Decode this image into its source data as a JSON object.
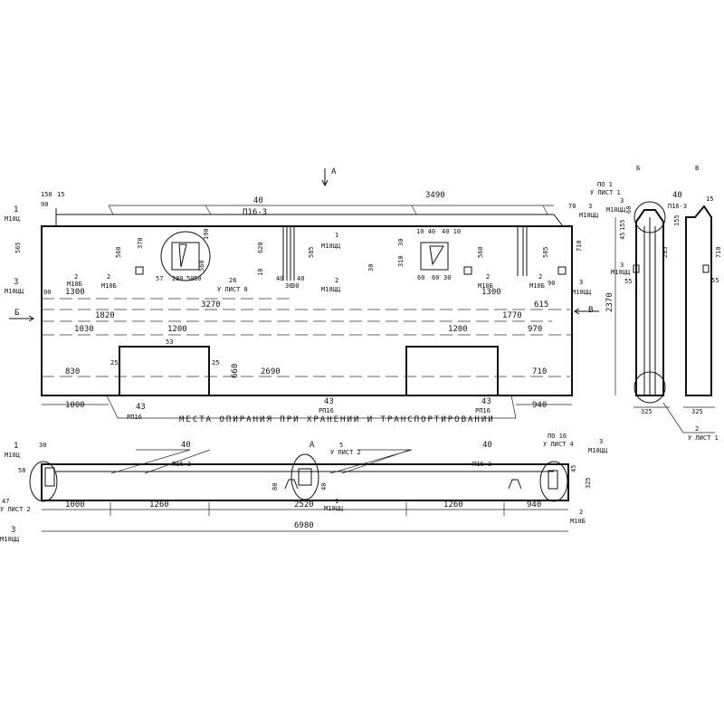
{
  "section_marks": {
    "a": "A",
    "b": "Б",
    "v": "В",
    "a_plan": "A",
    "b_sec": "Б",
    "v_sec": "В"
  },
  "elevation": {
    "dims": [
      "150",
      "15",
      "90",
      "40",
      "3490",
      "П16-3",
      "565",
      "560",
      "370",
      "190",
      "560",
      "620",
      "10",
      "585",
      "10 40",
      "40 10",
      "30",
      "310",
      "30",
      "560",
      "585",
      "710",
      "70",
      "1300",
      "1300",
      "3270",
      "1820",
      "1770",
      "615",
      "1030",
      "1200",
      "1200",
      "970",
      "53",
      "25",
      "25",
      "660",
      "830",
      "2690",
      "710",
      "1000",
      "940",
      "50",
      "57",
      "280",
      "50",
      "40",
      "30",
      "30",
      "40",
      "60",
      "60",
      "30",
      "90",
      "00"
    ],
    "callouts": {
      "m1_top": "1",
      "m1_bot": "М10Ц",
      "m3l_top": "3",
      "m3l_bot": "М10ЦЦ",
      "m2a_top": "2",
      "m2a_bot": "М10Б",
      "m2b_top": "2",
      "m2b_bot": "М10Б",
      "n26_top": "26",
      "n26_bot": "У ЛИСТ 8",
      "m1c_top": "1",
      "m1c_bot": "М10ЦЦ",
      "m2c_top": "2",
      "m2c_bot": "М10ЦЦ",
      "m2d_top": "2",
      "m2d_bot": "М10Б",
      "m2e_top": "2",
      "m2e_bot": "М10Б",
      "m3r_top": "3",
      "m3r_bot": "М10ЦЦ",
      "m3t_top": "3",
      "m3t_bot": "М10ЦЦ",
      "rp1_top": "43",
      "rp1_bot": "РП16",
      "rp2_top": "43",
      "rp2_bot": "РП16",
      "rp3_top": "43",
      "rp3_bot": "РП16"
    },
    "caption": "МЕСТА ОПИРАНИЯ ПРИ ХРАНЕНИИ И ТРАНСПОРТИРОВАНИИ"
  },
  "sections": {
    "po1_top": "ПО 1",
    "po1_bot": "У ЛИСТ 1",
    "n40": "40",
    "p163": "П16-3",
    "m3_top": "3",
    "m3_bot": "М10ЦЦ",
    "m3b_top": "3",
    "m3b_bot": "М10ЦЦ",
    "d155": "155",
    "d45": "45",
    "d60": "60",
    "d285": "285",
    "d55": "55",
    "d2370": "2370",
    "d325a": "325",
    "d325b": "325",
    "d15": "15",
    "d155b": "155",
    "d710": "710",
    "d55b": "55",
    "n2_top": "2",
    "n2_bot": "У ЛИСТ 1"
  },
  "plan": {
    "c1_top": "1",
    "c1_bot": "М10Ц",
    "d30": "30",
    "d58": "58",
    "n40a": "40",
    "p163a": "П16-3",
    "n40b": "40",
    "p163b": "П16-3",
    "n5_top": "5",
    "n5_bot": "У ЛИСТ 2",
    "po16_top": "ПО 16",
    "po16_bot": "У ЛИСТ 4",
    "c3_top": "3",
    "c3_bot": "М10ЦЦ",
    "d325": "325",
    "d45": "45",
    "n47_top": "47",
    "n47_bot": "У ЛИСТ 2",
    "c3l_top": "3",
    "c3l_bot": "М10ЦЦ",
    "c1m_top": "1",
    "c1m_bot": "М10ЦЦ",
    "c2_top": "2",
    "c2_bot": "М10Б",
    "d80": "80",
    "d40": "40",
    "dims": [
      "1000",
      "1260",
      "2520",
      "1260",
      "940"
    ],
    "overall": "6980"
  }
}
